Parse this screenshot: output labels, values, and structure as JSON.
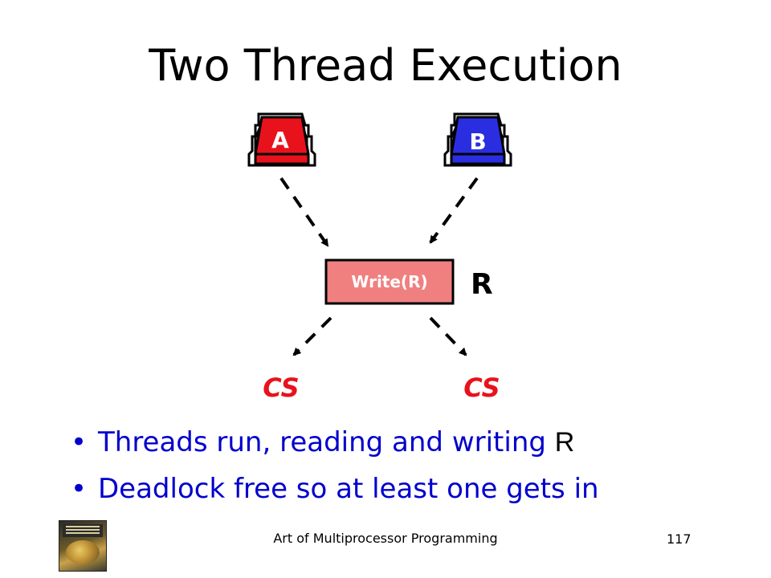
{
  "slide": {
    "title": "Two Thread Execution",
    "threads": [
      {
        "label": "A",
        "color": "#e8121c"
      },
      {
        "label": "B",
        "color": "#2a2ee0"
      }
    ],
    "write_box": {
      "label": "Write(R)",
      "fill": "#f08080",
      "text_color": "#ffffff"
    },
    "register_label": "R",
    "critical_sections": [
      "CS",
      "CS"
    ],
    "cs_color": "#e8121c",
    "bullets": [
      {
        "text": "Threads run, reading and writing ",
        "register": "R"
      },
      {
        "text": "Deadlock free so at least one gets in",
        "register": ""
      }
    ],
    "bullet_glyph": "•"
  },
  "footer": {
    "title": "Art of Multiprocessor Programming",
    "page": "117",
    "book_icon": "book-cover-icon"
  }
}
